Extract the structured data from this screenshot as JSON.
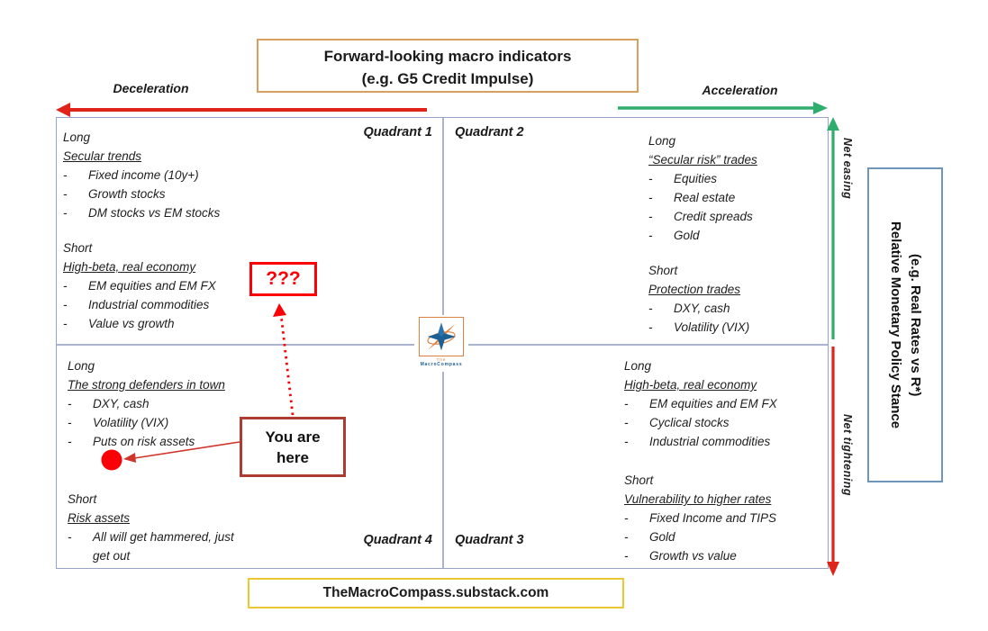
{
  "title_box": {
    "line1": "Forward-looking macro indicators",
    "line2": "(e.g. G5 Credit Impulse)"
  },
  "axes": {
    "deceleration": "Deceleration",
    "acceleration": "Acceleration",
    "net_easing": "Net easing",
    "net_tightening": "Net tightening",
    "policy_line1": "Relative Monetary Policy Stance",
    "policy_line2": "(e.g. Real Rates vs R*)"
  },
  "labels": {
    "long": "Long",
    "short": "Short"
  },
  "quadrants": {
    "q1": {
      "label": "Quadrant 1",
      "long_title": "Secular trends",
      "long_items": [
        "Fixed income (10y+)",
        "Growth stocks",
        "DM stocks vs EM stocks"
      ],
      "short_title": "High-beta, real economy",
      "short_items": [
        "EM equities and EM FX",
        "Industrial commodities",
        "Value vs growth"
      ]
    },
    "q2": {
      "label": "Quadrant 2",
      "long_title": "“Secular risk” trades",
      "long_items": [
        "Equities",
        "Real estate",
        "Credit spreads",
        "Gold"
      ],
      "short_title": "Protection trades",
      "short_items": [
        "DXY, cash",
        "Volatility (VIX)"
      ]
    },
    "q3": {
      "label": "Quadrant 3",
      "long_title": "High-beta, real economy",
      "long_items": [
        "EM equities and EM FX",
        "Cyclical stocks",
        "Industrial commodities"
      ],
      "short_title": "Vulnerability to higher rates",
      "short_items": [
        "Fixed Income and TIPS",
        "Gold",
        "Growth vs value"
      ]
    },
    "q4": {
      "label": "Quadrant 4",
      "long_title": "The strong defenders in town",
      "long_items": [
        "DXY, cash",
        "Volatility (VIX)",
        "Puts on risk assets"
      ],
      "short_title": "Risk assets",
      "short_items": [
        "All will get hammered, just get out"
      ]
    }
  },
  "annotations": {
    "unknown": "???",
    "you_are_here": "You are here"
  },
  "logo": {
    "line1": "The",
    "line2": "MacroCompass"
  },
  "footer": {
    "url": "TheMacroCompass.substack.com"
  },
  "colors": {
    "red_arrow": "#e02419",
    "green_arrow": "#2fad6d",
    "annotation_red": "#fb0007",
    "you_are_here_border": "#ae3c33",
    "grid_border": "#99a3c6",
    "title_border": "#d99f60",
    "policy_border": "#6e95ba",
    "footer_border": "#edc832",
    "logo_blue": "#1b5f93",
    "logo_orange": "#e0813f"
  }
}
